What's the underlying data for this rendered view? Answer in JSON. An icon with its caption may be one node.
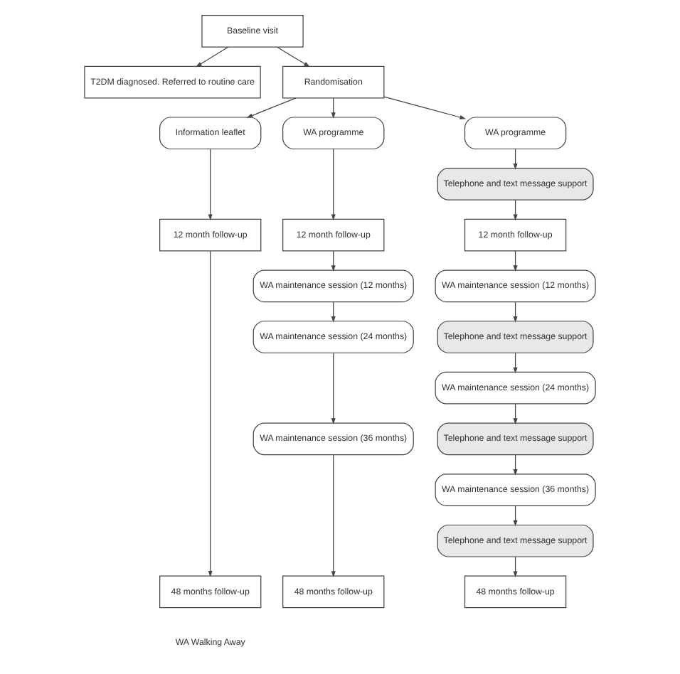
{
  "diagram": {
    "nodes": [
      {
        "text": [
          "Baseline visit"
        ]
      },
      {
        "text": [
          "T2DM diagnosed. Referred to routine care"
        ]
      },
      {
        "text": [
          "Randomisation"
        ]
      },
      {
        "text": [
          "Information leaflet"
        ]
      },
      {
        "text": [
          "WA programme"
        ]
      },
      {
        "text": [
          "WA programme"
        ]
      },
      {
        "text": [
          "Telephone and text message support"
        ]
      },
      {
        "text": [
          "12 month follow-up"
        ]
      },
      {
        "text": [
          "12 month follow-up"
        ]
      },
      {
        "text": [
          "12 month follow-up"
        ]
      },
      {
        "text": [
          "WA maintenance session (12 months)"
        ]
      },
      {
        "text": [
          "WA maintenance session (12 months)"
        ]
      },
      {
        "text": [
          "Telephone and text message support"
        ]
      },
      {
        "text": [
          "WA maintenance session (24 months)"
        ]
      },
      {
        "text": [
          "WA maintenance session (24 months)"
        ]
      },
      {
        "text": [
          "Telephone and text message support"
        ]
      },
      {
        "text": [
          "WA maintenance session (36 months)"
        ]
      },
      {
        "text": [
          "WA maintenance session (36 months)"
        ]
      },
      {
        "text": [
          "Telephone and text message support"
        ]
      },
      {
        "text": [
          "48 months follow-up"
        ]
      },
      {
        "text": [
          "48 months follow-up"
        ]
      },
      {
        "text": [
          "48 months follow-up"
        ]
      }
    ],
    "edges": [
      {
        "from": 0,
        "to": 2,
        "arrow": "to"
      },
      {
        "from": 0,
        "to": 1,
        "arrow": "to"
      },
      {
        "from": 2,
        "to": 3,
        "arrow": "to"
      },
      {
        "from": 2,
        "to": 4,
        "arrow": "to"
      },
      {
        "from": 2,
        "to": 5,
        "arrow": "to"
      },
      {
        "from": 3,
        "to": 7,
        "arrow": "to"
      },
      {
        "from": 4,
        "to": 8,
        "arrow": "to"
      },
      {
        "from": 5,
        "to": 6,
        "arrow": "to"
      },
      {
        "from": 6,
        "to": 9,
        "arrow": "to"
      },
      {
        "from": 7,
        "to": 19,
        "arrow": "to"
      },
      {
        "from": 8,
        "to": 10,
        "arrow": "to"
      },
      {
        "from": 10,
        "to": 13,
        "arrow": "to"
      },
      {
        "from": 13,
        "to": 16,
        "arrow": "to"
      },
      {
        "from": 16,
        "to": 20,
        "arrow": "to"
      },
      {
        "from": 9,
        "to": 11,
        "arrow": "to"
      },
      {
        "from": 11,
        "to": 12,
        "arrow": "to"
      },
      {
        "from": 12,
        "to": 14,
        "arrow": "to"
      },
      {
        "from": 14,
        "to": 15,
        "arrow": "to"
      },
      {
        "from": 15,
        "to": 17,
        "arrow": "to"
      },
      {
        "from": 17,
        "to": 18,
        "arrow": "to"
      },
      {
        "from": 18,
        "to": 21,
        "arrow": "to"
      }
    ],
    "labels": [
      "WA Walking Away"
    ]
  }
}
